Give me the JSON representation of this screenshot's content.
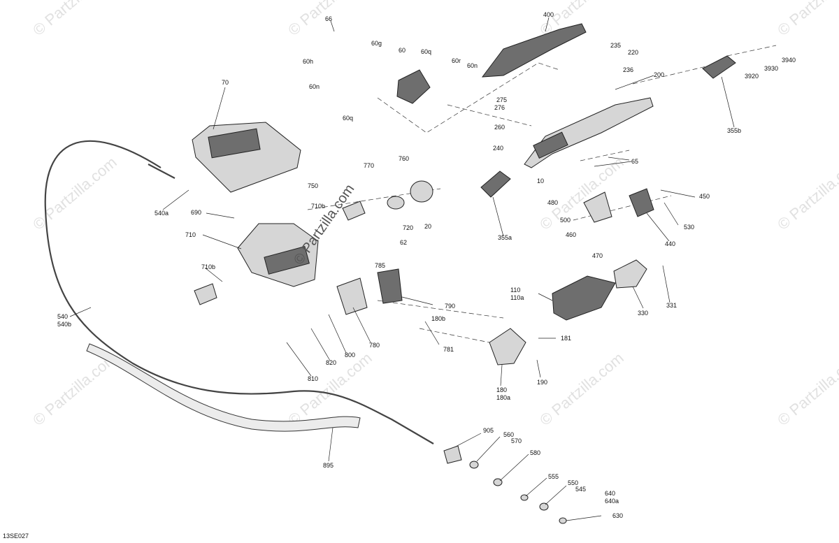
{
  "diagram": {
    "code": "13SE027",
    "watermark": "© Partzilla.com",
    "center_watermark": "© Partzilla.com",
    "callouts": [
      "66",
      "400",
      "60g",
      "60",
      "60q",
      "60h",
      "60r",
      "60n",
      "60n",
      "60q",
      "235",
      "220",
      "236",
      "200",
      "3920",
      "3930",
      "3940",
      "70",
      "275",
      "276",
      "260",
      "240",
      "355b",
      "65",
      "10",
      "770",
      "760",
      "750",
      "710b",
      "690",
      "710",
      "720",
      "20",
      "355a",
      "480",
      "500",
      "460",
      "470",
      "450",
      "530",
      "440",
      "62",
      "785",
      "710b",
      "790",
      "110",
      "110a",
      "330",
      "331",
      "180b",
      "781",
      "181",
      "540a",
      "540",
      "540b",
      "820",
      "800",
      "780",
      "810",
      "180",
      "180a",
      "190",
      "905",
      "560",
      "570",
      "580",
      "555",
      "550",
      "545",
      "640",
      "640a",
      "630",
      "895"
    ]
  }
}
